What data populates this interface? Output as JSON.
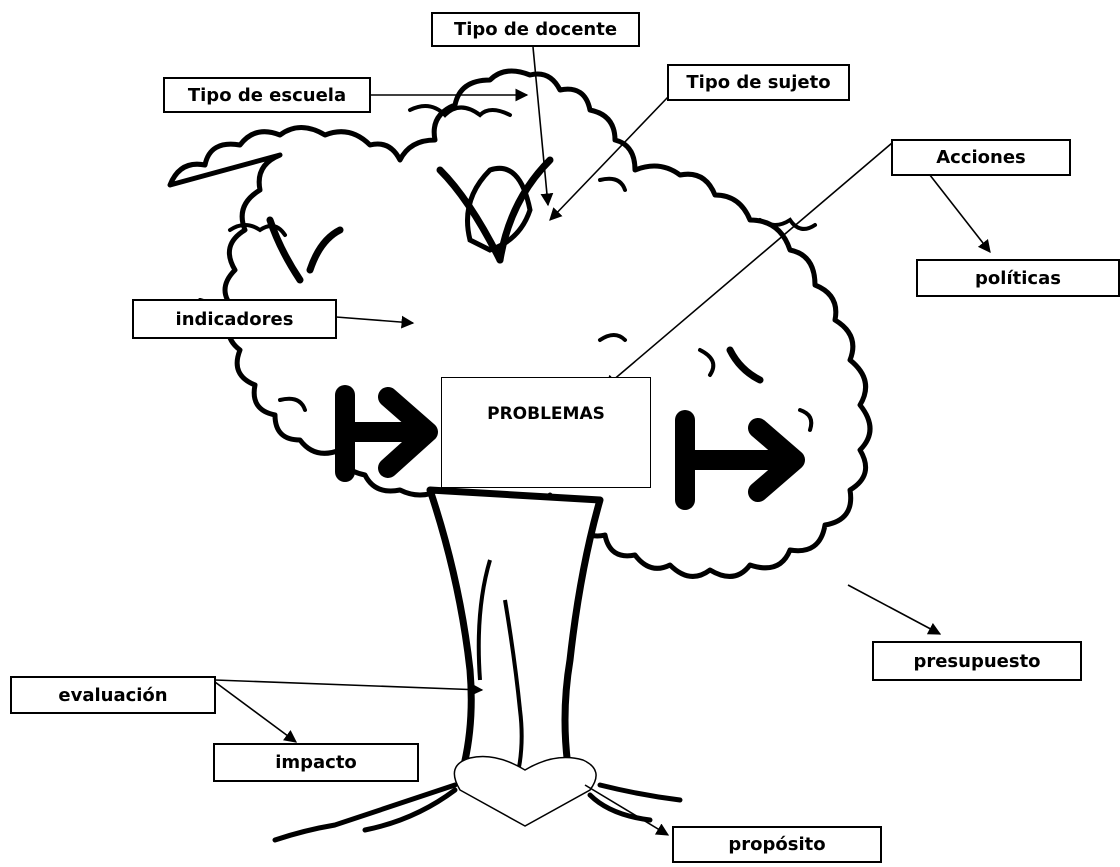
{
  "labels": {
    "tipo_docente": "Tipo de docente",
    "tipo_escuela": "Tipo de escuela",
    "tipo_sujeto": "Tipo de sujeto",
    "acciones": "Acciones",
    "politicas": "políticas",
    "indicadores": "indicadores",
    "problemas": "PROBLEMAS",
    "presupuesto": "presupuesto",
    "evaluacion": "evaluación",
    "impacto": "impacto",
    "proposito": "propósito"
  },
  "colors": {
    "ink": "#000000",
    "paper": "#ffffff"
  },
  "icons": [
    "tree-illustration",
    "heart-shape",
    "bar-arrow-icon"
  ]
}
